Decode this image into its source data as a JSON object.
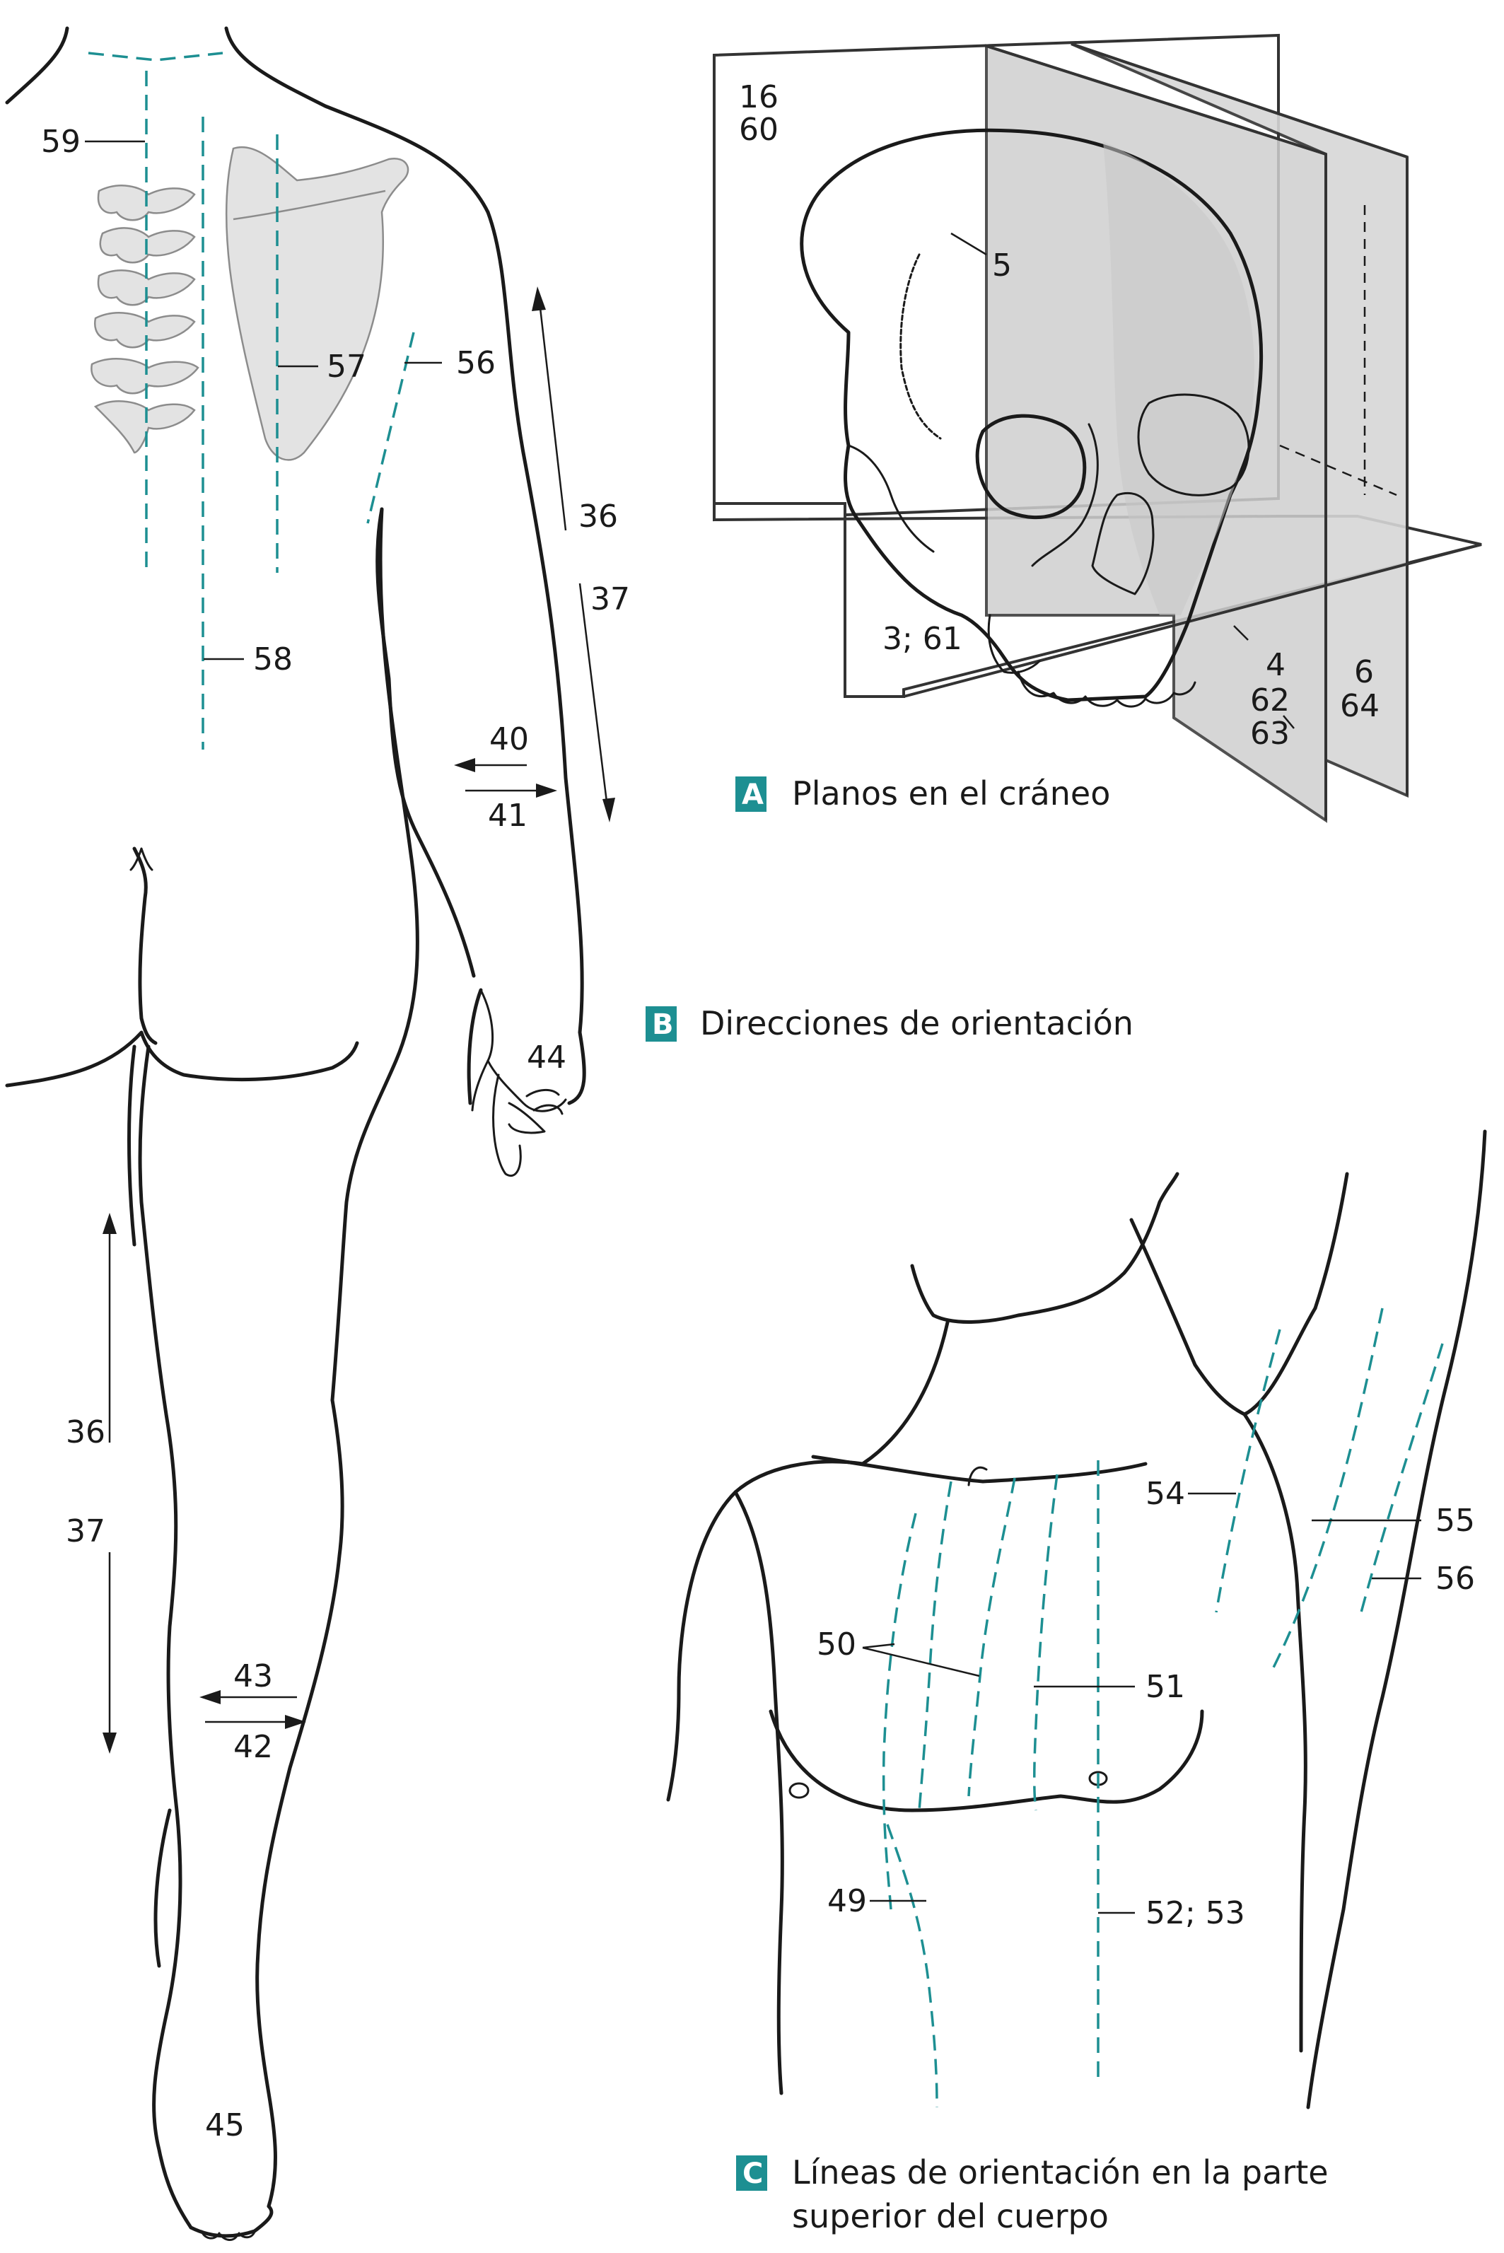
{
  "colors": {
    "accent": "#1d8f92",
    "line": "#1a1a1a",
    "bone_fill": "#e3e3e3",
    "plane_fill": "#cfcfcf"
  },
  "panels": {
    "A": {
      "letter": "A",
      "caption": "Planos en el cráneo"
    },
    "B": {
      "letter": "B",
      "caption": "Direcciones de orientación"
    },
    "C": {
      "letter": "C",
      "caption_line1": "Líneas de orientación en la parte",
      "caption_line2": "superior del cuerpo"
    }
  },
  "labels_b": {
    "l59": "59",
    "l57": "57",
    "l56": "56",
    "l58": "58",
    "l36_arm": "36",
    "l37_arm": "37",
    "l40": "40",
    "l41": "41",
    "l44": "44",
    "l36_leg": "36",
    "l37_leg": "37",
    "l43": "43",
    "l42": "42",
    "l45": "45"
  },
  "labels_a": {
    "l16": "16",
    "l60": "60",
    "l5": "5",
    "l3_61": "3; 61",
    "l4": "4",
    "l62": "62",
    "l63": "63",
    "l6": "6",
    "l64": "64"
  },
  "labels_c": {
    "l54": "54",
    "l55": "55",
    "l56": "56",
    "l50": "50",
    "l51": "51",
    "l49": "49",
    "l52_53": "52; 53"
  }
}
